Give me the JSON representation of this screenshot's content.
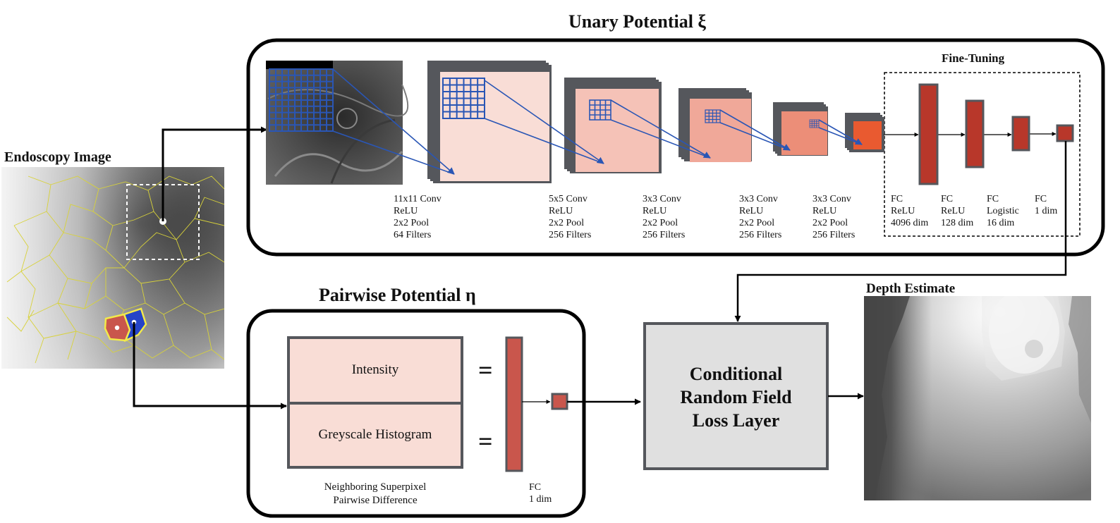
{
  "titles": {
    "unary": "Unary Potential ξ",
    "pairwise": "Pairwise Potential η",
    "endoscopy": "Endoscopy Image",
    "depth": "Depth Estimate",
    "finetuning": "Fine-Tuning"
  },
  "conv_layers": [
    {
      "label": "11x11 Conv\nReLU\n2x2 Pool\n64 Filters"
    },
    {
      "label": "5x5 Conv\nReLU\n2x2 Pool\n256 Filters"
    },
    {
      "label": "3x3 Conv\nReLU\n2x2 Pool\n256 Filters"
    },
    {
      "label": "3x3 Conv\nReLU\n2x2 Pool\n256 Filters"
    },
    {
      "label": "3x3 Conv\nReLU\n2x2 Pool\n256 Filters"
    }
  ],
  "fc_layers": [
    {
      "label": "FC\nReLU\n4096 dim"
    },
    {
      "label": "FC\nReLU\n128 dim"
    },
    {
      "label": "FC\nLogistic\n16 dim"
    },
    {
      "label": "FC\n1 dim"
    }
  ],
  "pairwise": {
    "features": [
      "Intensity",
      "Greyscale Histogram"
    ],
    "equals": "=",
    "caption": "Neighboring Superpixel\nPairwise Difference",
    "fc_label": "FC\n1 dim"
  },
  "crf": {
    "label": "Conditional\nRandom Field\nLoss Layer"
  },
  "colors": {
    "conv_fill": [
      "#f9ddd6",
      "#f5c2b7",
      "#f0a899",
      "#ec8e78",
      "#e95a30"
    ],
    "fc_fill": "#b8372a",
    "pair_fill": "#c9564c",
    "stack_gray": "#55575c",
    "grid_blue": "#2a56b5",
    "crf_fill": "#e0e0e0",
    "superpixel_yellow": "#d8d23a"
  }
}
